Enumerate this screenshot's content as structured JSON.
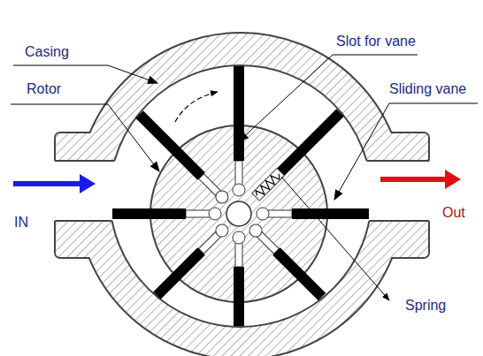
{
  "diagram": {
    "labels": [
      "Casing",
      "Rotor",
      "Slot for vane",
      "Sliding vane",
      "IN",
      "Out",
      "Spring"
    ]
  }
}
